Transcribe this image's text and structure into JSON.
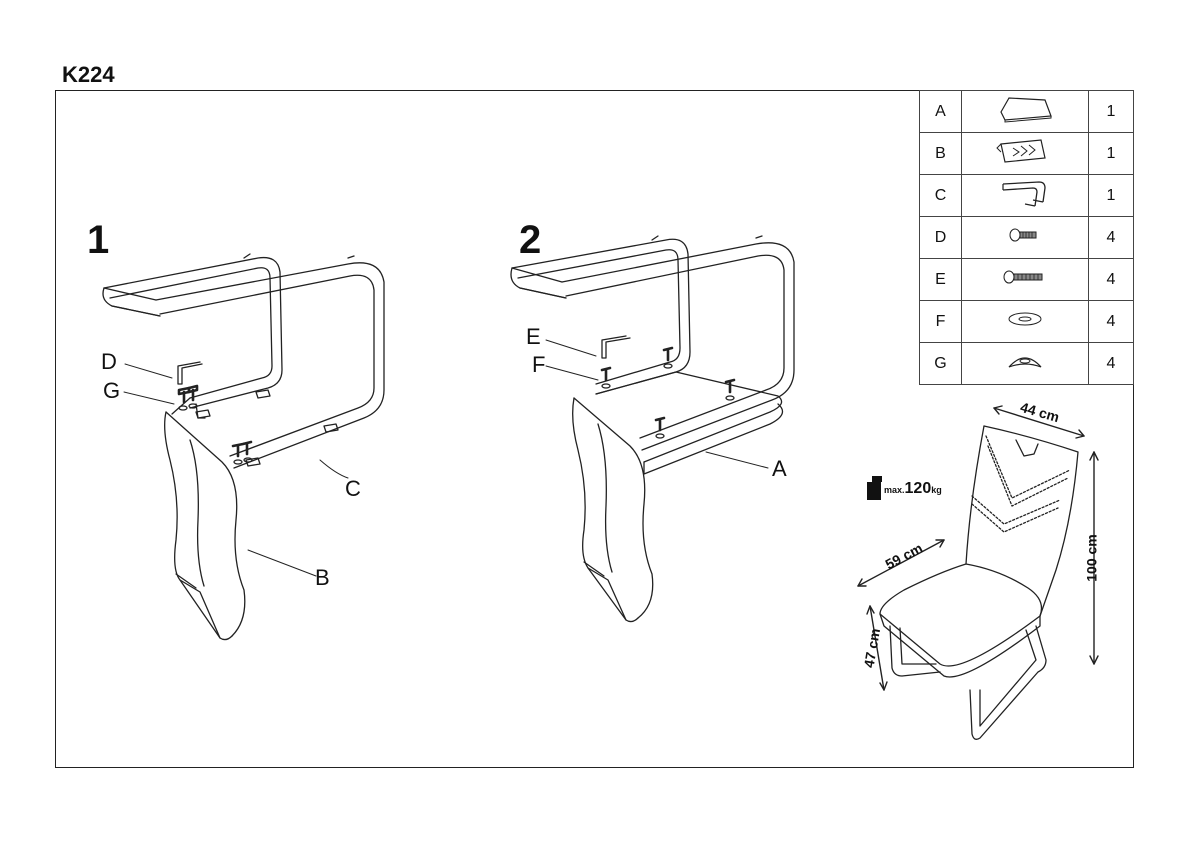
{
  "title": "K224",
  "steps": [
    "1",
    "2"
  ],
  "parts": [
    {
      "letter": "A",
      "icon": "seat-cushion-icon",
      "qty": "1"
    },
    {
      "letter": "B",
      "icon": "backrest-icon",
      "qty": "1"
    },
    {
      "letter": "C",
      "icon": "frame-icon",
      "qty": "1"
    },
    {
      "letter": "D",
      "icon": "short-bolt-icon",
      "qty": "4"
    },
    {
      "letter": "E",
      "icon": "long-bolt-icon",
      "qty": "4"
    },
    {
      "letter": "F",
      "icon": "washer-icon",
      "qty": "4"
    },
    {
      "letter": "G",
      "icon": "curved-washer-icon",
      "qty": "4"
    }
  ],
  "step1_labels": {
    "d": "D",
    "g": "G",
    "c": "C",
    "b": "B"
  },
  "step2_labels": {
    "e": "E",
    "f": "F",
    "a": "A"
  },
  "dimensions": {
    "width": "44 cm",
    "depth": "59 cm",
    "seat_height": "47 cm",
    "height": "100 cm",
    "max_prefix": "max.",
    "max_load": "120",
    "max_unit": "kg"
  }
}
